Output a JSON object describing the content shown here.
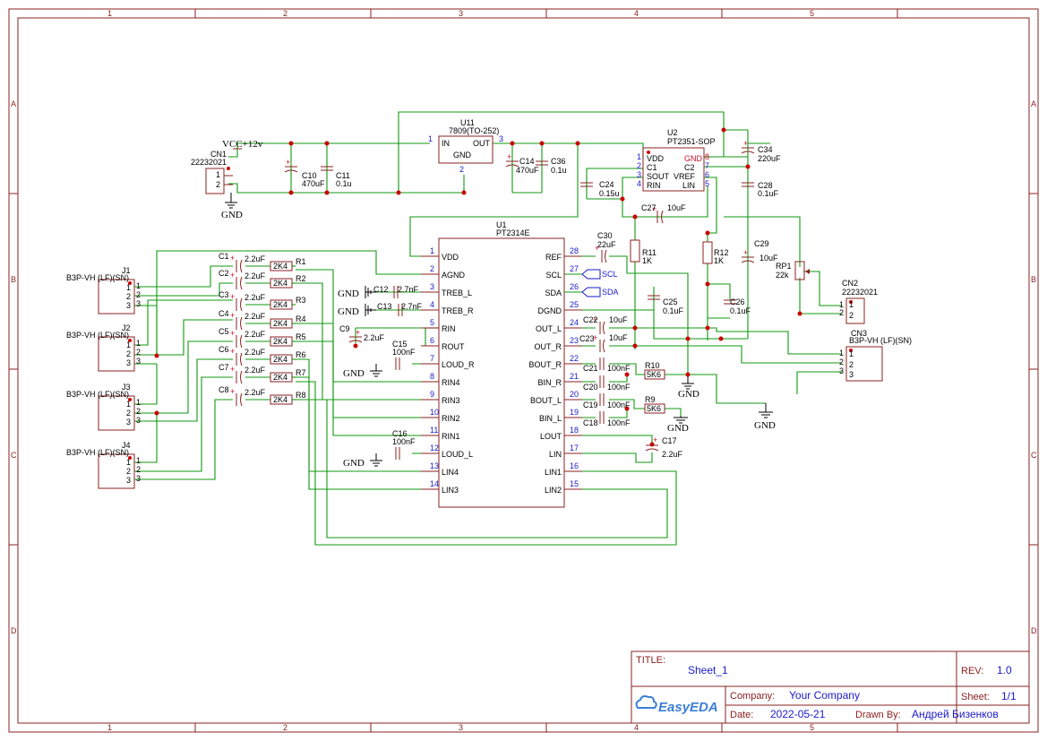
{
  "frame": {
    "cols": [
      "1",
      "2",
      "3",
      "4",
      "5"
    ],
    "rows": [
      "A",
      "B",
      "C",
      "D"
    ]
  },
  "title_block": {
    "title_label": "TITLE:",
    "title": "Sheet_1",
    "rev_label": "REV:",
    "rev": "1.0",
    "company_label": "Company:",
    "company": "Your Company",
    "sheet_label": "Sheet:",
    "sheet": "1/1",
    "date_label": "Date:",
    "date": "2022-05-21",
    "drawn_label": "Drawn By:",
    "drawn_by": "Андрей Бизенков",
    "logo": "EasyEDA"
  },
  "power": {
    "vcc": "VCC+12v",
    "gnd": "GND"
  },
  "net_labels": {
    "scl": "SCL",
    "sda": "SDA"
  },
  "cn1": {
    "ref": "CN1",
    "part": "22232021",
    "pins": [
      "1",
      "2"
    ]
  },
  "cn2": {
    "ref": "CN2",
    "part": "22232021",
    "pins": [
      "1",
      "2"
    ]
  },
  "cn3": {
    "ref": "CN3",
    "part": "B3P-VH (LF)(SN)",
    "pins": [
      "1",
      "2",
      "3"
    ]
  },
  "jacks": [
    {
      "ref": "J1",
      "part": "B3P-VH (LF)(SN)",
      "pins": [
        "1",
        "2",
        "3"
      ]
    },
    {
      "ref": "J2",
      "part": "B3P-VH (LF)(SN)",
      "pins": [
        "1",
        "2",
        "3"
      ]
    },
    {
      "ref": "J3",
      "part": "B3P-VH (LF)(SN)",
      "pins": [
        "1",
        "2",
        "3"
      ]
    },
    {
      "ref": "J4",
      "part": "B3P-VH (LF)(SN)",
      "pins": [
        "1",
        "2",
        "3"
      ]
    }
  ],
  "u11": {
    "ref": "U11",
    "part": "7809(TO-252)",
    "in": "IN",
    "out": "OUT",
    "gnd": "GND",
    "p1": "1",
    "p2": "2",
    "p3": "3"
  },
  "u2": {
    "ref": "U2",
    "part": "PT2351-SOP",
    "left": [
      "VDD",
      "C1",
      "SOUT",
      "RIN"
    ],
    "right": [
      "GND",
      "C2",
      "VREF",
      "LIN"
    ],
    "lnum": [
      "1",
      "2",
      "3",
      "4"
    ],
    "rnum": [
      "8",
      "7",
      "6",
      "5"
    ]
  },
  "u1": {
    "ref": "U1",
    "part": "PT2314E",
    "left": [
      "VDD",
      "AGND",
      "TREB_L",
      "TREB_R",
      "RIN",
      "ROUT",
      "LOUD_R",
      "RIN4",
      "RIN3",
      "RIN2",
      "RIN1",
      "LOUD_L",
      "LIN4",
      "LIN3"
    ],
    "lnum": [
      "1",
      "2",
      "3",
      "4",
      "5",
      "6",
      "7",
      "8",
      "9",
      "10",
      "11",
      "12",
      "13",
      "14"
    ],
    "right": [
      "REF",
      "SCL",
      "SDA",
      "DGND",
      "OUT_L",
      "OUT_R",
      "BOUT_R",
      "BIN_R",
      "BOUT_L",
      "BIN_L",
      "LOUT",
      "LIN",
      "LIN1",
      "LIN2"
    ],
    "rnum": [
      "28",
      "27",
      "26",
      "25",
      "24",
      "23",
      "22",
      "21",
      "20",
      "19",
      "18",
      "17",
      "16",
      "15"
    ]
  },
  "caps": {
    "c10": [
      "C10",
      "470uF"
    ],
    "c11": [
      "C11",
      "0.1u"
    ],
    "c14": [
      "C14",
      "470uF"
    ],
    "c36": [
      "C36",
      "0.1u"
    ],
    "c24": [
      "C24",
      "0.15u"
    ],
    "c27": [
      "C27",
      "10uF"
    ],
    "c34": [
      "C34",
      "220uF"
    ],
    "c28": [
      "C28",
      "0.1uF"
    ],
    "c30": [
      "C30",
      "22uF"
    ],
    "c29": [
      "C29",
      "10uF"
    ],
    "c25": [
      "C25",
      "0.1uF"
    ],
    "c26": [
      "C26",
      "0.1uF"
    ],
    "c22": [
      "C22",
      "10uF"
    ],
    "c23": [
      "C23",
      "10uF"
    ],
    "c21": [
      "C21",
      "100nF"
    ],
    "c20": [
      "C20",
      "100nF"
    ],
    "c19": [
      "C19",
      "100nF"
    ],
    "c18": [
      "C18",
      "100nF"
    ],
    "c17": [
      "C17",
      "2.2uF"
    ],
    "c12": [
      "C12",
      "2.7nF"
    ],
    "c13": [
      "C13",
      "2.7nF"
    ],
    "c9": [
      "C9",
      "2.2uF"
    ],
    "c15": [
      "C15",
      "100nF"
    ],
    "c16": [
      "C16",
      "100nF"
    ],
    "in": [
      [
        "C1",
        "2.2uF"
      ],
      [
        "C2",
        "2.2uF"
      ],
      [
        "C3",
        "2.2uF"
      ],
      [
        "C4",
        "2.2uF"
      ],
      [
        "C5",
        "2.2uF"
      ],
      [
        "C6",
        "2.2uF"
      ],
      [
        "C7",
        "2.2uF"
      ],
      [
        "C8",
        "2.2uF"
      ]
    ]
  },
  "res": {
    "in": [
      [
        "R1",
        "2K4"
      ],
      [
        "R2",
        "2K4"
      ],
      [
        "R3",
        "2K4"
      ],
      [
        "R4",
        "2K4"
      ],
      [
        "R5",
        "2K4"
      ],
      [
        "R6",
        "2K4"
      ],
      [
        "R7",
        "2K4"
      ],
      [
        "R8",
        "2K4"
      ]
    ],
    "r10": [
      "R10",
      "5K6"
    ],
    "r9": [
      "R9",
      "5K6"
    ],
    "r11": [
      "R11",
      "1K"
    ],
    "r12": [
      "R12",
      "1K"
    ],
    "rp1": [
      "RP1",
      "22k"
    ]
  }
}
